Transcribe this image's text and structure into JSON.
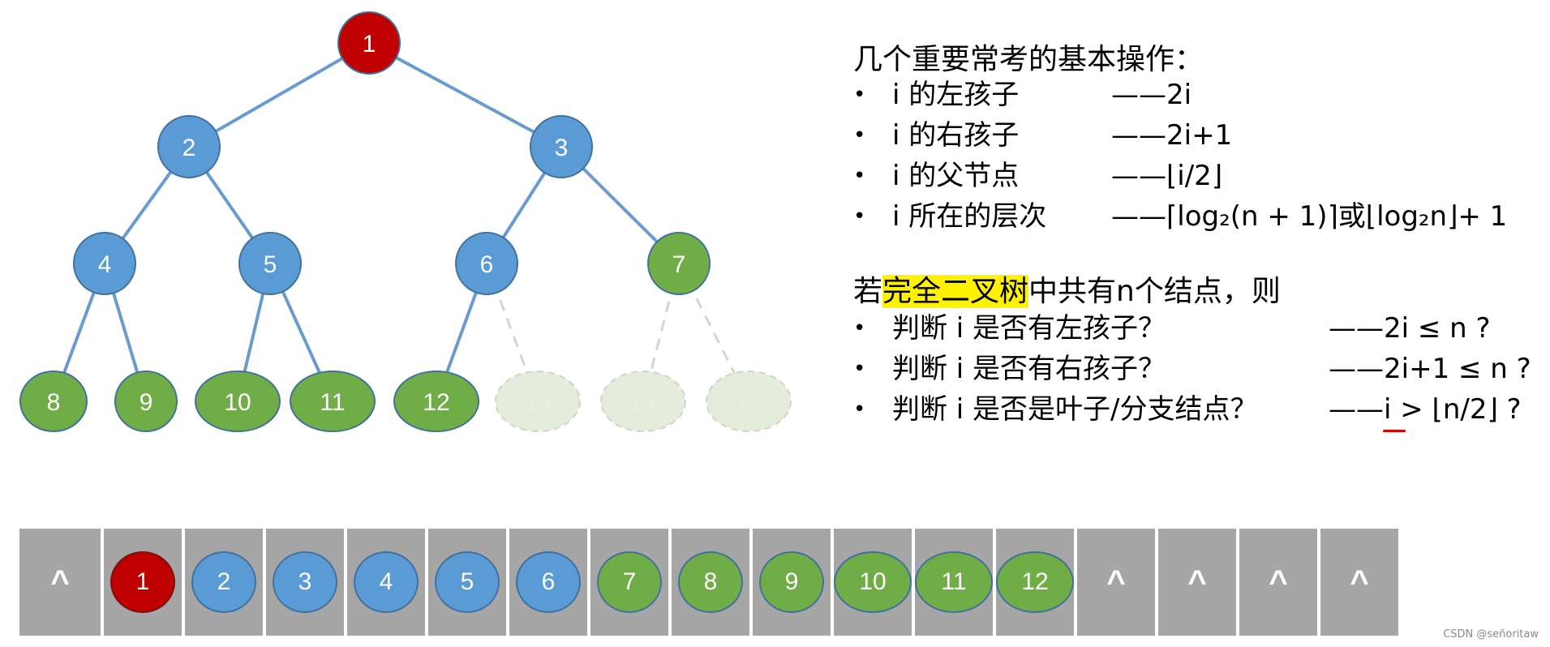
{
  "colors": {
    "root": "#c00000",
    "blue": "#5b9bd5",
    "green": "#70ad47",
    "edge": "#6a9bcf",
    "faded": "#e4ecdc",
    "cell": "#a6a6a6"
  },
  "tree": {
    "nodes": [
      {
        "id": "1",
        "color": "root"
      },
      {
        "id": "2",
        "color": "blue"
      },
      {
        "id": "3",
        "color": "blue"
      },
      {
        "id": "4",
        "color": "blue"
      },
      {
        "id": "5",
        "color": "blue"
      },
      {
        "id": "6",
        "color": "blue"
      },
      {
        "id": "7",
        "color": "green"
      },
      {
        "id": "8",
        "color": "green"
      },
      {
        "id": "9",
        "color": "green"
      },
      {
        "id": "10",
        "color": "green"
      },
      {
        "id": "11",
        "color": "green"
      },
      {
        "id": "12",
        "color": "green"
      },
      {
        "id": "13",
        "color": "faded"
      },
      {
        "id": "14",
        "color": "faded"
      },
      {
        "id": "15",
        "color": "faded"
      }
    ]
  },
  "notes": {
    "heading1": "几个重要常考的基本操作：",
    "ops": [
      {
        "bullet": "•",
        "op": "i 的左孩子",
        "res": "——2i"
      },
      {
        "bullet": "•",
        "op": "i 的右孩子",
        "res": "——2i+1"
      },
      {
        "bullet": "•",
        "op": "i 的父节点",
        "res": "——⌊i/2⌋"
      },
      {
        "bullet": "•",
        "op": "i 所在的层次",
        "res": "——⌈log₂(n + 1)⌉或⌊log₂n⌋+ 1"
      }
    ],
    "heading2_pre": "若",
    "heading2_hl": "完全二叉树",
    "heading2_post": "中共有n个结点，则",
    "checks": [
      {
        "bullet": "•",
        "op": "判断 i 是否有左孩子？",
        "res": "——2i ≤ n ?"
      },
      {
        "bullet": "•",
        "op": "判断 i 是否有右孩子？",
        "res": "——2i+1 ≤ n ?"
      },
      {
        "bullet": "•",
        "op": "判断 i 是否是叶子/分支结点？",
        "res": "——i > ⌊n/2⌋ ?"
      }
    ]
  },
  "array": [
    {
      "caret": "^"
    },
    {
      "id": "1",
      "color": "root"
    },
    {
      "id": "2",
      "color": "blue"
    },
    {
      "id": "3",
      "color": "blue"
    },
    {
      "id": "4",
      "color": "blue"
    },
    {
      "id": "5",
      "color": "blue"
    },
    {
      "id": "6",
      "color": "blue"
    },
    {
      "id": "7",
      "color": "green"
    },
    {
      "id": "8",
      "color": "green"
    },
    {
      "id": "9",
      "color": "green"
    },
    {
      "id": "10",
      "color": "green"
    },
    {
      "id": "11",
      "color": "green"
    },
    {
      "id": "12",
      "color": "green"
    },
    {
      "caret": "^"
    },
    {
      "caret": "^"
    },
    {
      "caret": "^"
    },
    {
      "caret": "^"
    }
  ],
  "watermark": "CSDN @señoritaw"
}
